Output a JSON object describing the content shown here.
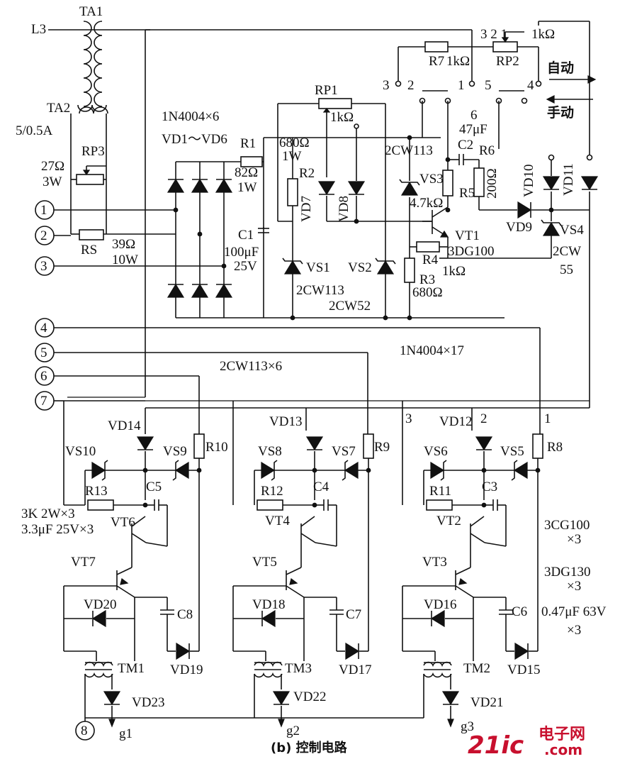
{
  "labels": {
    "L3": "L3",
    "TA1": "TA1",
    "TA2": "TA2",
    "ta_ratio": "5/0.5A",
    "RP3": "RP3",
    "rp3_val1": "27Ω",
    "rp3_val2": "3W",
    "RS": "RS",
    "rs_val1": "39Ω",
    "rs_val2": "10W",
    "bridge_model": "1N4004×6",
    "bridge_range": "VD1～VD6",
    "R1": "R1",
    "r1_val1": "82Ω",
    "r1_val2": "1W",
    "C1": "C1",
    "c1_val1": "100μF",
    "c1_val2": "25V",
    "RP1": "RP1",
    "rp1_val": "1kΩ",
    "R2": "R2",
    "r2_val1": "680Ω",
    "r2_val2": "1W",
    "VD7": "VD7",
    "VD8": "VD8",
    "VS1": "VS1",
    "vs1_model": "2CW113",
    "VS2": "VS2",
    "vs2_model": "2CW52",
    "R7": "R7",
    "r7_val": "1kΩ",
    "RP2": "RP2",
    "rp2_val": "1kΩ",
    "rp2_pins": "3 2 1",
    "C2": "C2",
    "c2_val": "47μF",
    "R6": "R6",
    "r6_val": "200Ω",
    "R5": "R5",
    "vs3_model": "2CW113",
    "VS3": "VS3",
    "r5_val": "4.7kΩ",
    "VT1": "VT1",
    "vt1_model": "3DG100",
    "R4": "R4",
    "r4_val": "1kΩ",
    "R3": "R3",
    "r3_val": "680Ω",
    "VD9": "VD9",
    "VD10": "VD10",
    "VD11": "VD11",
    "VS4": "VS4",
    "vs4_model1": "2CW",
    "vs4_model2": "55",
    "auto": "自动",
    "manual": "手动",
    "sw1_p3": "3",
    "sw1_p2": "2",
    "sw1_p1": "1",
    "sw2_p5": "5",
    "sw2_p4": "4",
    "sw2_p6": "6",
    "diode_model": "1N4004×17",
    "zener_model": "2CW113×6",
    "node1": "1",
    "node2": "2",
    "node3": "3",
    "node4": "4",
    "node5": "5",
    "node6": "6",
    "node7": "7",
    "node8": "8",
    "VD14": "VD14",
    "VD13": "VD13",
    "VD12": "VD12",
    "VS10": "VS10",
    "VS9": "VS9",
    "VS8": "VS8",
    "VS7": "VS7",
    "VS6": "VS6",
    "VS5": "VS5",
    "R10": "R10",
    "R9": "R9",
    "R8": "R8",
    "R13": "R13",
    "R12": "R12",
    "R11": "R11",
    "C5": "C5",
    "C4": "C4",
    "C3": "C3",
    "VT6": "VT6",
    "VT4": "VT4",
    "VT2": "VT2",
    "VT7": "VT7",
    "VT5": "VT5",
    "VT3": "VT3",
    "VD20": "VD20",
    "VD18": "VD18",
    "VD16": "VD16",
    "C8": "C8",
    "C7": "C7",
    "C6": "C6",
    "VD19": "VD19",
    "VD17": "VD17",
    "VD15": "VD15",
    "TM1": "TM1",
    "TM3": "TM3",
    "TM2": "TM2",
    "VD23": "VD23",
    "VD22": "VD22",
    "VD21": "VD21",
    "g1": "g1",
    "g2": "g2",
    "g3": "g3",
    "ch_num3": "3",
    "ch_num2": "2",
    "ch_num1": "1",
    "r13_spec": "3K 2W×3",
    "c5_spec": "3.3μF 25V×3",
    "vt_model_a": "3CG100",
    "vt_model_a2": "×3",
    "vt_model_b": "3DG130",
    "vt_model_b2": "×3",
    "c8_spec": "0.47μF 63V",
    "c8_spec2": "×3",
    "caption": "(b) 控制电路",
    "watermark_logo": "21ic",
    "watermark_cn": "电子网",
    "watermark_url": ".com"
  }
}
